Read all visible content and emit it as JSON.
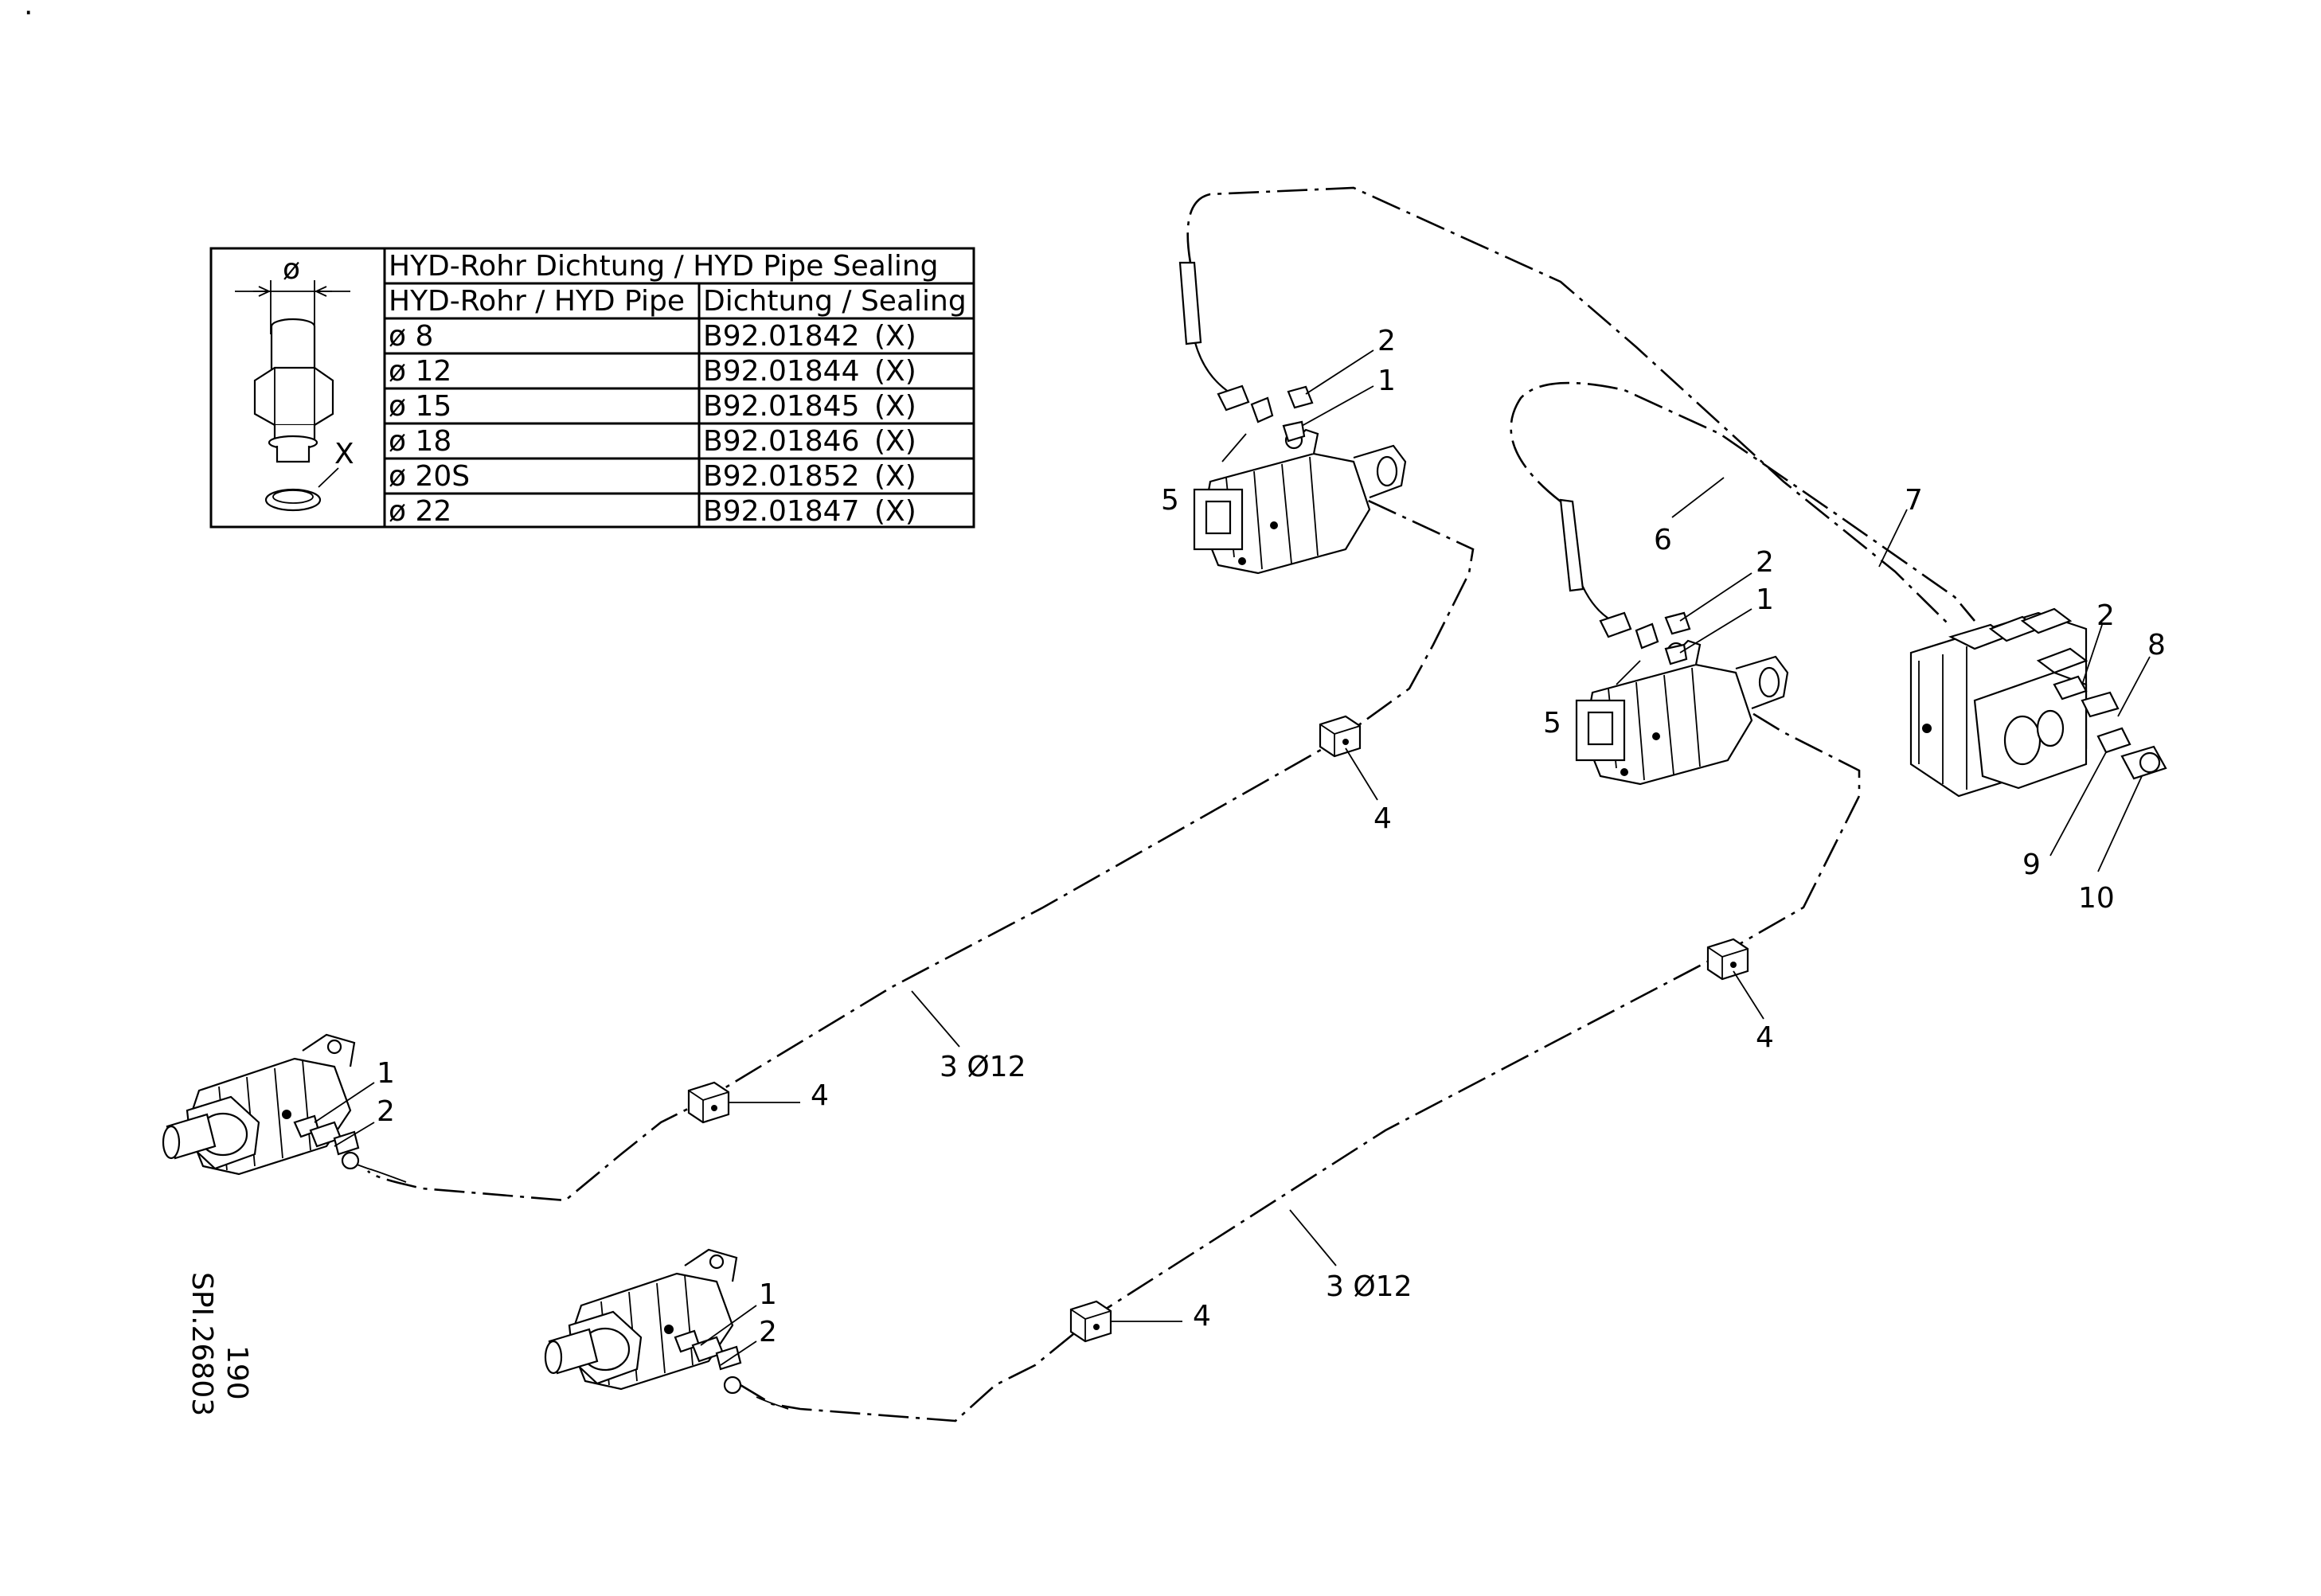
{
  "corner_mark": ".",
  "table": {
    "symbol_label": "ø",
    "x_label": "X",
    "title": "HYD-Rohr Dichtung / HYD Pipe Sealing",
    "col1_header": "HYD-Rohr / HYD Pipe",
    "col2_header": "Dichtung / Sealing",
    "rows": [
      {
        "pipe": "ø  8",
        "part": "B92.01842",
        "note": "(X)"
      },
      {
        "pipe": "ø  12",
        "part": "B92.01844",
        "note": "(X)"
      },
      {
        "pipe": "ø  15",
        "part": "B92.01845",
        "note": "(X)"
      },
      {
        "pipe": "ø  18",
        "part": "B92.01846",
        "note": "(X)"
      },
      {
        "pipe": "ø  20S",
        "part": "B92.01852",
        "note": "(X)"
      },
      {
        "pipe": "ø  22",
        "part": "B92.01847",
        "note": "(X)"
      }
    ]
  },
  "callouts": {
    "c1": "1",
    "c2": "2",
    "c3": "3",
    "c4": "4",
    "c5": "5",
    "c6": "6",
    "c7": "7",
    "c8": "8",
    "c9": "9",
    "c10": "10",
    "pipe_spec": "3  Ø12"
  },
  "drawing_id": "SPI.26803",
  "page_number": "190"
}
